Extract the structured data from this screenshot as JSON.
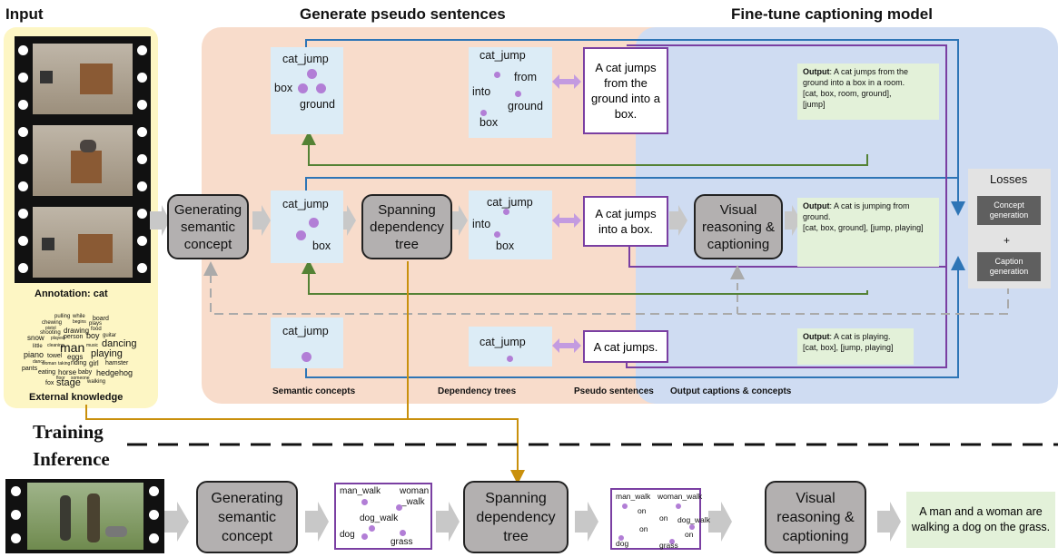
{
  "headers": {
    "input": "Input",
    "generate": "Generate pseudo sentences",
    "finetune": "Fine-tune captioning model"
  },
  "input": {
    "annotation": "Annotation: cat",
    "external": "External knowledge",
    "wordcloud": [
      "pulling",
      "while",
      "board",
      "chewing",
      "begins",
      "plays",
      "pistol",
      "drawing",
      "food",
      "shooting",
      "person",
      "boy",
      "guitar",
      "snow",
      "played",
      "man",
      "dancing",
      "little",
      "cleaning",
      "music",
      "piano",
      "playing",
      "towel",
      "eggs",
      "dance",
      "woman",
      "taking",
      "riding",
      "girl",
      "hamster",
      "pants",
      "eating",
      "horse",
      "baby",
      "hedgehog",
      "floor",
      "someone",
      "fox",
      "stage",
      "walking"
    ]
  },
  "process": {
    "semantic": "Generating\nsemantic\nconcept",
    "spanning": "Spanning\ndependency\ntree",
    "visual": "Visual\nreasoning &\ncaptioning"
  },
  "concepts": {
    "c1": {
      "a": "cat_jump",
      "b": "box",
      "c": "ground"
    },
    "c2": {
      "a": "cat_jump",
      "b": "box"
    },
    "c3": {
      "a": "cat_jump"
    }
  },
  "trees": {
    "t1": {
      "a": "cat_jump",
      "b": "from",
      "c": "into",
      "d": "ground",
      "e": "box"
    },
    "t2": {
      "a": "cat_jump",
      "b": "into",
      "c": "box"
    },
    "t3": {
      "a": "cat_jump"
    }
  },
  "sentences": {
    "s1": "A cat jumps\nfrom the\nground into a\nbox.",
    "s2": "A cat jumps\ninto a box.",
    "s3": "A cat jumps."
  },
  "outputs": {
    "label": "Output",
    "o1": ": A cat jumps from the ground into a box in a room.\n[cat, box, room, ground],\n[jump]",
    "o2": ": A cat is jumping from ground.\n[cat, box, ground], [jump, playing]",
    "o3": ": A cat is playing.\n[cat, box], [jump, playing]"
  },
  "losses": {
    "title": "Losses",
    "concept": "Concept\ngeneration",
    "plus": "+",
    "caption": "Caption\ngeneration"
  },
  "column_labels": {
    "semantic": "Semantic concepts",
    "trees": "Dependency trees",
    "pseudo": "Pseudo sentences",
    "output": "Output captions & concepts"
  },
  "phases": {
    "training": "Training",
    "inference": "Inference"
  },
  "inference": {
    "semantic": "Generating\nsemantic\nconcept",
    "concepts": {
      "a": "man_walk",
      "b": "woman",
      "c": "_walk",
      "d": "dog_walk",
      "e": "dog",
      "f": "grass"
    },
    "spanning": "Spanning\ndependency\ntree",
    "tree": {
      "a": "man_walk",
      "b": "woman_walk",
      "c": "on",
      "d": "on",
      "e": "dog_walk",
      "f": "on",
      "g": "dog",
      "h": "grass",
      "i": "on"
    },
    "visual": "Visual\nreasoning &\ncaptioning",
    "caption": "A man and a woman are walking a dog on the grass."
  },
  "colors": {
    "input_bg": "#fdf6c4",
    "gen_bg": "#f8dccb",
    "fine_bg": "#cfdcf2",
    "purple": "#7a3fa2",
    "blue": "#2e75b6",
    "green": "#548235",
    "gold": "#c9900c",
    "gray_dash": "#aaaaaa"
  }
}
